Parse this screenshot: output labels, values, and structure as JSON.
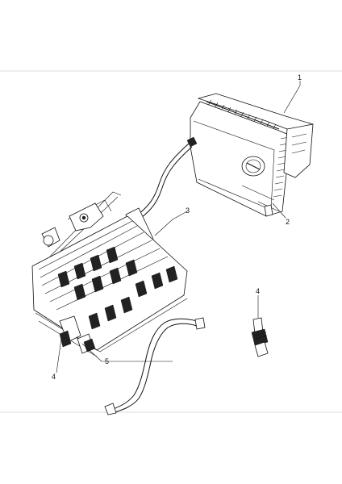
{
  "diagram": {
    "callouts": [
      {
        "id": "1",
        "text": "1"
      },
      {
        "id": "2",
        "text": "2"
      },
      {
        "id": "3",
        "text": "3"
      },
      {
        "id": "4a",
        "text": "4"
      },
      {
        "id": "4b",
        "text": "4"
      },
      {
        "id": "5",
        "text": "5"
      }
    ]
  }
}
